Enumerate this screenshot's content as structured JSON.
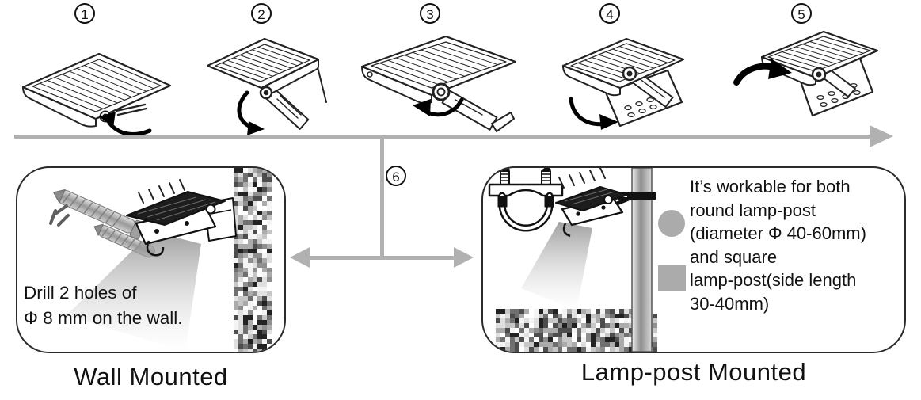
{
  "step_numbers": [
    "1",
    "2",
    "3",
    "4",
    "5"
  ],
  "branch_step_number": "6",
  "wall_mounted": {
    "instruction_line1": "Drill 2 holes of",
    "instruction_line2": "Φ 8 mm on the wall.",
    "caption": "Wall Mounted"
  },
  "lamp_post_mounted": {
    "caption": "Lamp-post Mounted",
    "note_lines": [
      "It’s workable for both",
      "round lamp-post",
      "(diameter Φ 40-60mm)",
      "and square",
      "lamp-post(side length",
      "30-40mm)"
    ],
    "round_post_marker": "round-post-bullet",
    "square_post_marker": "square-post-bullet"
  },
  "colors": {
    "flow_arrow_gray": "#b1b1b1",
    "bullet_gray": "#ababab",
    "line_art_black": "#1a1a1a"
  }
}
